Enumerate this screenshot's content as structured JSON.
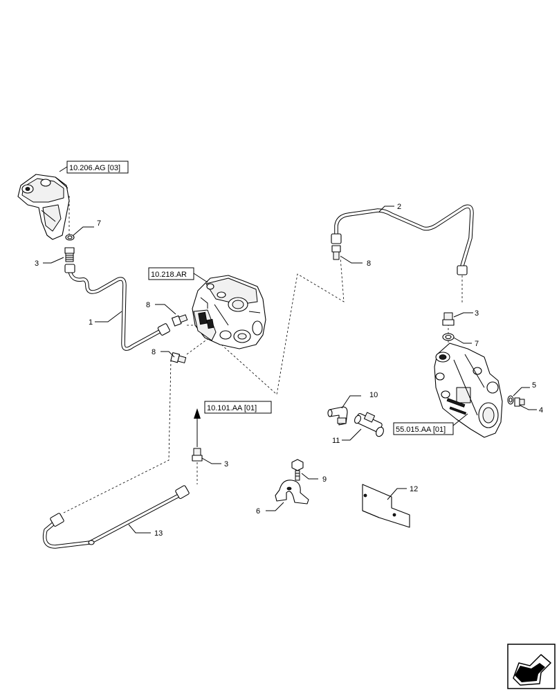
{
  "references": [
    {
      "id": "ref-10206",
      "text": "10.206.AG [03]"
    },
    {
      "id": "ref-10218",
      "text": "10.218.AR"
    },
    {
      "id": "ref-10101",
      "text": "10.101.AA [01]"
    },
    {
      "id": "ref-55015",
      "text": "55.015.AA [01]"
    }
  ],
  "callouts": [
    "1",
    "2",
    "3",
    "3",
    "3",
    "4",
    "5",
    "6",
    "7",
    "7",
    "8",
    "8",
    "8",
    "9",
    "10",
    "11",
    "12",
    "13"
  ],
  "nav_icon": "next-page-arrow-icon"
}
